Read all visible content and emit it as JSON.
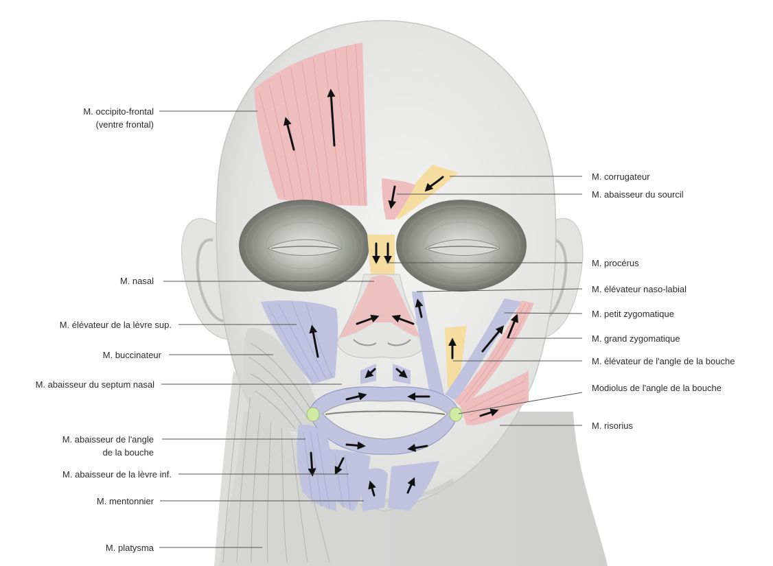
{
  "colors": {
    "skin": "#e9e9e8",
    "skin_shadow": "#c9c9c8",
    "red_muscle": "#eebdbd",
    "red_fiber": "#cf8a8c",
    "blue_muscle": "#c0c2e0",
    "blue_fiber": "#8f92c2",
    "yellow_muscle": "#f5dca0",
    "orbicularis_oculi": "#8f918a",
    "modiolus": "#cfeba6"
  },
  "labels": {
    "occipito_frontal_1": "M. occipito-frontal",
    "occipito_frontal_2": "(ventre frontal)",
    "corrugateur": "M. corrugateur",
    "abaisseur_sourcil": "M. abaisseur du sourcil",
    "procerus": "M. procérus",
    "nasal": "M. nasal",
    "elevateur_naso_labial": "M. élévateur naso-labial",
    "elevateur_levre_sup": "M. élévateur de la lèvre sup.",
    "petit_zygomatique": "M. petit zygomatique",
    "buccinateur": "M. buccinateur",
    "grand_zygomatique": "M. grand zygomatique",
    "elevateur_angle_bouche": "M. élévateur de l'angle de la bouche",
    "abaisseur_septum": "M. abaisseur du septum nasal",
    "modiolus": "Modiolus de l'angle de la bouche",
    "risorius": "M. risorius",
    "abaisseur_angle_1": "M. abaisseur de l'angle",
    "abaisseur_angle_2": "de la bouche",
    "abaisseur_levre_inf": "M. abaisseur de la lèvre inf.",
    "mentonnier": "M. mentonnier",
    "platysma": "M. platysma"
  }
}
